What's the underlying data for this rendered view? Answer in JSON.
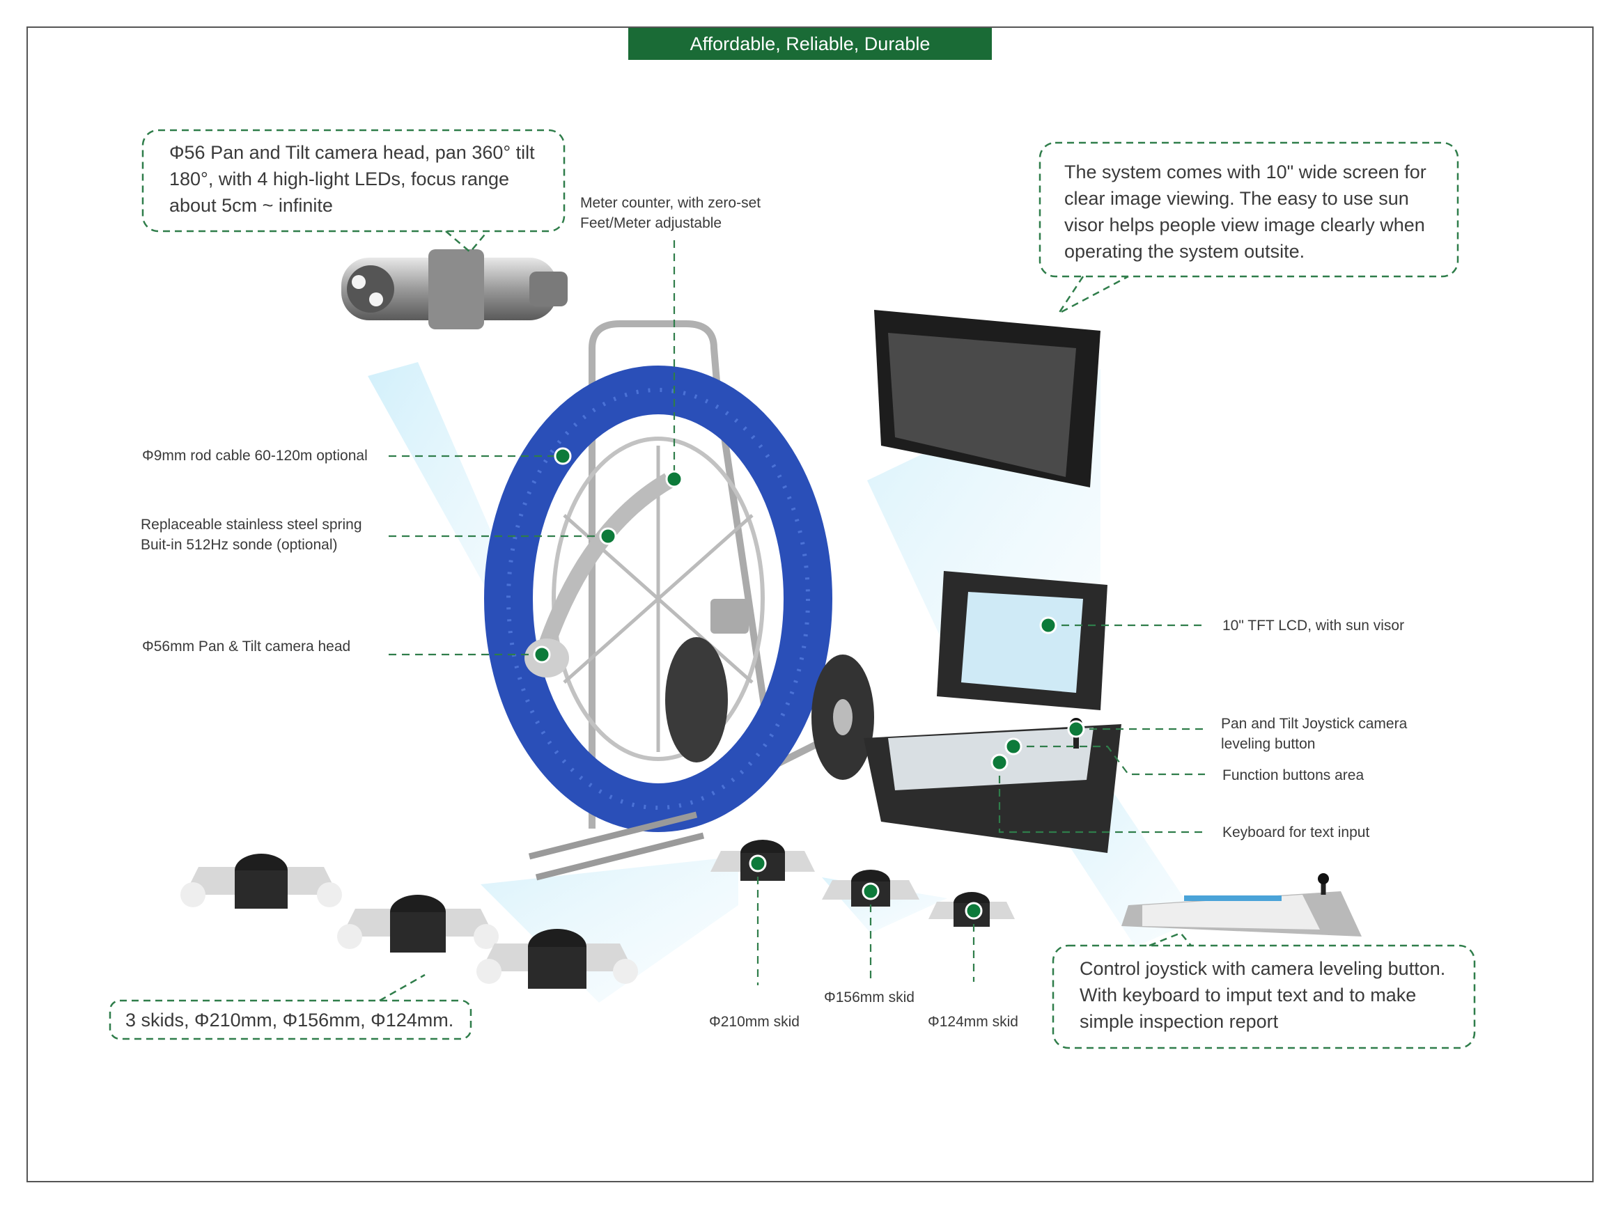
{
  "banner": "Affordable, Reliable, Durable",
  "callouts": {
    "camera_head": [
      "Φ56 Pan and Tilt camera head, pan 360° tilt",
      "180°, with 4 high-light LEDs, focus range",
      "about 5cm ~ infinite"
    ],
    "screen": [
      "The system comes with 10\" wide screen for",
      "clear image viewing. The easy to use sun",
      "visor helps people view image clearly when",
      "operating the system outsite."
    ],
    "skids": [
      "3 skids, Φ210mm, Φ156mm, Φ124mm."
    ],
    "joystick": [
      "Control joystick with camera leveling button.",
      "With keyboard to imput text and to make",
      "simple inspection report"
    ]
  },
  "labels": {
    "meter_counter": [
      "Meter counter, with zero-set",
      "Feet/Meter adjustable"
    ],
    "rod_cable": "Φ9mm rod cable 60-120m optional",
    "spring": [
      "Replaceable stainless steel spring",
      "Buit-in 512Hz sonde (optional)"
    ],
    "camera_head_small": "Φ56mm Pan & Tilt camera head",
    "lcd": "10\" TFT LCD, with sun visor",
    "pan_tilt_joystick": [
      "Pan and Tilt Joystick camera",
      "leveling button"
    ],
    "function_buttons": "Function buttons area",
    "keyboard": "Keyboard for text input",
    "skid_210": "Φ210mm skid",
    "skid_156": "Φ156mm skid",
    "skid_124": "Φ124mm skid"
  },
  "colors": {
    "accent_green": "#1a6b36",
    "dot_green": "#0d7a3a",
    "reel_blue": "#2a4fb8",
    "highlight_blue": "#bfe6f7"
  }
}
